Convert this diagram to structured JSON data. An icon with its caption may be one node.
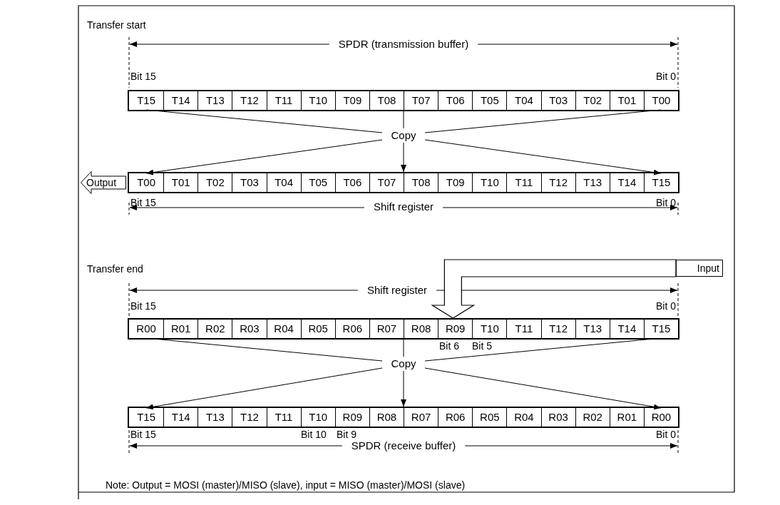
{
  "diagram": {
    "nodes": [
      {
        "text": [
          "SPDR (transmission buffer)"
        ]
      },
      {
        "text": [
          "T15"
        ],
        "in": 0
      },
      {
        "text": [
          "T14"
        ],
        "in": 0
      },
      {
        "text": [
          "T13"
        ],
        "in": 0
      },
      {
        "text": [
          "T12"
        ],
        "in": 0
      },
      {
        "text": [
          "T11"
        ],
        "in": 0
      },
      {
        "text": [
          "T10"
        ],
        "in": 0
      },
      {
        "text": [
          "T09"
        ],
        "in": 0
      },
      {
        "text": [
          "T08"
        ],
        "in": 0
      },
      {
        "text": [
          "T07"
        ],
        "in": 0
      },
      {
        "text": [
          "T06"
        ],
        "in": 0
      },
      {
        "text": [
          "T05"
        ],
        "in": 0
      },
      {
        "text": [
          "T04"
        ],
        "in": 0
      },
      {
        "text": [
          "T03"
        ],
        "in": 0
      },
      {
        "text": [
          "T02"
        ],
        "in": 0
      },
      {
        "text": [
          "T01"
        ],
        "in": 0
      },
      {
        "text": [
          "T00"
        ],
        "in": 0
      },
      {
        "text": [
          "Copy"
        ]
      },
      {
        "text": [
          "Output"
        ]
      },
      {
        "text": [
          "Shift register"
        ]
      },
      {
        "text": [
          "T00"
        ],
        "in": 19
      },
      {
        "text": [
          "T01"
        ],
        "in": 19
      },
      {
        "text": [
          "T02"
        ],
        "in": 19
      },
      {
        "text": [
          "T03"
        ],
        "in": 19
      },
      {
        "text": [
          "T04"
        ],
        "in": 19
      },
      {
        "text": [
          "T05"
        ],
        "in": 19
      },
      {
        "text": [
          "T06"
        ],
        "in": 19
      },
      {
        "text": [
          "T07"
        ],
        "in": 19
      },
      {
        "text": [
          "T08"
        ],
        "in": 19
      },
      {
        "text": [
          "T09"
        ],
        "in": 19
      },
      {
        "text": [
          "T10"
        ],
        "in": 19
      },
      {
        "text": [
          "T11"
        ],
        "in": 19
      },
      {
        "text": [
          "T12"
        ],
        "in": 19
      },
      {
        "text": [
          "T13"
        ],
        "in": 19
      },
      {
        "text": [
          "T14"
        ],
        "in": 19
      },
      {
        "text": [
          "T15"
        ],
        "in": 19
      },
      {
        "text": [
          "Input"
        ]
      },
      {
        "text": [
          "Shift register"
        ]
      },
      {
        "text": [
          "R00"
        ],
        "in": 37
      },
      {
        "text": [
          "R01"
        ],
        "in": 37
      },
      {
        "text": [
          "R02"
        ],
        "in": 37
      },
      {
        "text": [
          "R03"
        ],
        "in": 37
      },
      {
        "text": [
          "R04"
        ],
        "in": 37
      },
      {
        "text": [
          "R05"
        ],
        "in": 37
      },
      {
        "text": [
          "R06"
        ],
        "in": 37
      },
      {
        "text": [
          "R07"
        ],
        "in": 37
      },
      {
        "text": [
          "R08"
        ],
        "in": 37
      },
      {
        "text": [
          "R09"
        ],
        "in": 37
      },
      {
        "text": [
          "T10"
        ],
        "in": 37
      },
      {
        "text": [
          "T11"
        ],
        "in": 37
      },
      {
        "text": [
          "T12"
        ],
        "in": 37
      },
      {
        "text": [
          "T13"
        ],
        "in": 37
      },
      {
        "text": [
          "T14"
        ],
        "in": 37
      },
      {
        "text": [
          "T15"
        ],
        "in": 37
      },
      {
        "text": [
          "Copy"
        ]
      },
      {
        "text": [
          "SPDR (receive buffer)"
        ]
      },
      {
        "text": [
          "T15"
        ],
        "in": 55
      },
      {
        "text": [
          "T14"
        ],
        "in": 55
      },
      {
        "text": [
          "T13"
        ],
        "in": 55
      },
      {
        "text": [
          "T12"
        ],
        "in": 55
      },
      {
        "text": [
          "T11"
        ],
        "in": 55
      },
      {
        "text": [
          "T10"
        ],
        "in": 55
      },
      {
        "text": [
          "R09"
        ],
        "in": 55
      },
      {
        "text": [
          "R08"
        ],
        "in": 55
      },
      {
        "text": [
          "R07"
        ],
        "in": 55
      },
      {
        "text": [
          "R06"
        ],
        "in": 55
      },
      {
        "text": [
          "R05"
        ],
        "in": 55
      },
      {
        "text": [
          "R04"
        ],
        "in": 55
      },
      {
        "text": [
          "R03"
        ],
        "in": 55
      },
      {
        "text": [
          "R02"
        ],
        "in": 55
      },
      {
        "text": [
          "R01"
        ],
        "in": 55
      },
      {
        "text": [
          "R00"
        ],
        "in": 55
      }
    ],
    "edges": [
      {
        "from": 1,
        "to": 17,
        "arrow": "none"
      },
      {
        "from": 0,
        "to": 17,
        "arrow": "none"
      },
      {
        "from": 16,
        "to": 17,
        "arrow": "none"
      },
      {
        "from": 17,
        "to": 20,
        "arrow": "to"
      },
      {
        "from": 17,
        "to": 19,
        "arrow": "to"
      },
      {
        "from": 17,
        "to": 35,
        "arrow": "to"
      },
      {
        "from": 36,
        "to": 37,
        "arrow": "to",
        "style": "thick"
      },
      {
        "from": 38,
        "to": 54,
        "arrow": "none"
      },
      {
        "from": 37,
        "to": 54,
        "arrow": "none"
      },
      {
        "from": 53,
        "to": 54,
        "arrow": "none"
      },
      {
        "from": 54,
        "to": 56,
        "arrow": "to"
      },
      {
        "from": 54,
        "to": 55,
        "arrow": "to"
      },
      {
        "from": 54,
        "to": 71,
        "arrow": "to"
      }
    ],
    "labels": [
      "Transfer start",
      "Bit 15",
      "Bit 0",
      "Bit 15",
      "Bit 0",
      "Transfer end",
      "Bit 15",
      "Bit 0",
      "Bit 6",
      "Bit 5",
      "Bit 15",
      "Bit 10",
      "Bit 9",
      "Bit 0",
      "Note: Output = MOSI (master)/MISO (slave), input = MISO (master)/MOSI (slave)"
    ]
  }
}
